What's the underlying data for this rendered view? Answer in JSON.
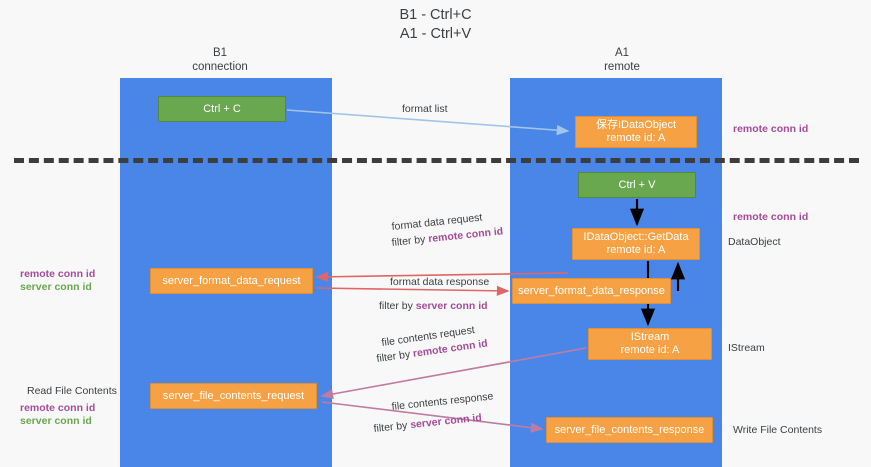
{
  "title": "B1 - Ctrl+C\nA1 - Ctrl+V",
  "columns": [
    {
      "id": "b1",
      "header": "B1\nconnection"
    },
    {
      "id": "a1",
      "header": "A1\nremote"
    }
  ],
  "colors": {
    "lane": "#4a86e8",
    "green_node": "#6aa84f",
    "orange_node": "#f6a143",
    "remote_conn_id": "#a64d9a",
    "server_conn_id": "#6aa84f",
    "divider": "#3d3d3d",
    "arrow_format_list": "#9fc5e8",
    "arrow_format_data": "#e06666",
    "arrow_file_contents": "#c27ba0",
    "arrow_black": "#000000",
    "text": "#3c4043"
  },
  "nodes": {
    "ctrl_c": "Ctrl + C",
    "ctrl_v": "Ctrl + V",
    "idataobject": "保存IDataObject\nremote id: A",
    "getdata": "IDataObject::GetData\nremote id: A",
    "istream": "IStream\nremote id: A",
    "server_format_data_request": "server_format_data_request",
    "server_format_data_response": "server_format_data_response",
    "server_file_contents_request": "server_file_contents_request",
    "server_file_contents_response": "server_file_contents_response"
  },
  "arrow_labels": {
    "format_list": "format list",
    "format_data_request": "format data request",
    "format_data_request_filter_prefix": "filter by ",
    "format_data_request_filter_key": "remote conn id",
    "format_data_response": "format data response",
    "format_data_response_filter_prefix": "filter by ",
    "format_data_response_filter_key": "server conn id",
    "file_contents_request": "file contents request",
    "file_contents_request_filter_prefix": "filter by ",
    "file_contents_request_filter_key": "remote conn id",
    "file_contents_response": "file contents response",
    "file_contents_response_filter_prefix": "filter by ",
    "file_contents_response_filter_key": "server conn id"
  },
  "side_notes": {
    "right_remote_conn_id_top": "remote conn id",
    "right_remote_conn_id_mid": "remote conn id",
    "right_dataobject": "DataObject",
    "right_istream": "IStream",
    "right_write_file_contents": "Write File Contents",
    "left_remote_conn_id": "remote conn id",
    "left_server_conn_id": "server conn id",
    "left_read_file_contents": "Read File Contents",
    "left_remote_conn_id_2": "remote conn id",
    "left_server_conn_id_2": "server conn id"
  }
}
